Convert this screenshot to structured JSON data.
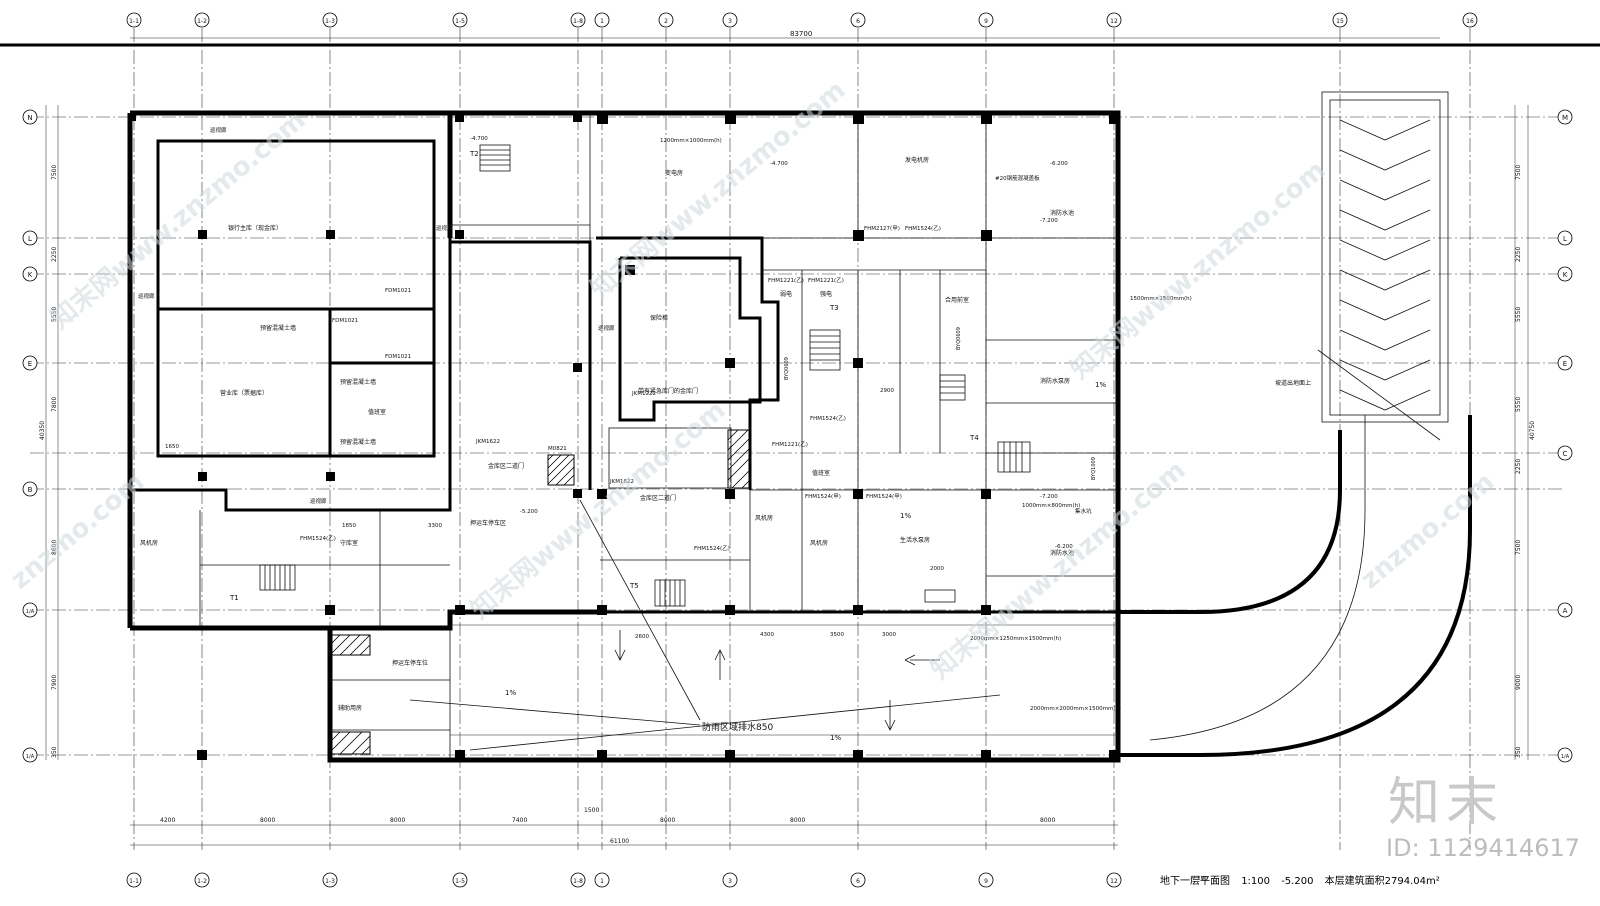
{
  "drawing_title": "地下一层平面图",
  "scale": "1:100",
  "level": "-5.200",
  "area_note": "本层建筑面积2794.04m²",
  "brand": "知末",
  "image_id": "ID: 1129414617",
  "watermark": "znzmo.com",
  "watermark_cn": "知末网www.znzmo.com",
  "overall_dims": {
    "top": "83700",
    "bottom": "61100",
    "left": "40350",
    "right": "40750"
  },
  "axes_top": [
    "1-1",
    "1-2",
    "1-3",
    "1-5",
    "1-8",
    "1",
    "2",
    "3",
    "6",
    "9",
    "12",
    "15",
    "16"
  ],
  "axes_left": [
    "N",
    "L",
    "K",
    "E",
    "B",
    "1/A",
    "1/A"
  ],
  "axes_right": [
    "M",
    "L",
    "K",
    "E",
    "C",
    "A",
    "1/A"
  ],
  "bottom_dims": [
    "4200",
    "8000",
    "8000",
    "7400",
    "1500",
    "8000",
    "8000",
    "8000"
  ],
  "left_dims": [
    "7500",
    "2250",
    "5550",
    "7800",
    "8600",
    "7900",
    "350"
  ],
  "right_dims": [
    "7500",
    "2250",
    "5550",
    "5550",
    "2250",
    "7500",
    "9000",
    "350"
  ],
  "rooms": {
    "vault_main": "银行主库（现金库）",
    "vault_business": "营业库（票据库）",
    "vault_duty": "值班室",
    "safe_box": "保险柜",
    "precast_wall_1": "预留混凝土墙",
    "precast_wall_2": "预留混凝土墙",
    "precast_wall_3": "预留混凝土墙",
    "patrol_1": "巡视廊",
    "patrol_2": "巡视廊",
    "patrol_3": "巡视廊",
    "patrol_4": "巡视廊",
    "patrol_5": "巡视廊",
    "armored_car": "押运车停车区",
    "guard": "守库室",
    "fan_room_1": "风机房",
    "fan_room_2": "风机房",
    "fan_room_3": "风机房",
    "power_room": "变电房",
    "generator": "发电机房",
    "storage": "金库区二道门",
    "storage2": "金库区二道门",
    "water_pump": "生活水泵房",
    "fire_pool": "消防水池",
    "fire_pool2": "消防水池",
    "fire_pump": "消防水泵房",
    "duty_room": "值班室",
    "weak_elec": "弱电",
    "strong_elec": "强电",
    "emergency_door": "带有紧急库门的金库门",
    "parking": "押运车停车位",
    "aux_room": "辅助用房",
    "lift_hall": "合用前室",
    "stair_T1": "T1",
    "stair_T2": "T2",
    "stair_T3": "T3",
    "stair_T4": "T4",
    "stair_T5": "T5",
    "ramp_note": "防雨区域排水850",
    "ramp_label": "坡道出地面上",
    "seg_note": "1%"
  },
  "doors": [
    "FDM1021",
    "FDM1021",
    "FDM1021",
    "JKM1622",
    "JKM1622",
    "M0821",
    "FHM1524(乙)",
    "FHM1524(甲)",
    "FHM1221(乙)",
    "FHM1221(乙)",
    "FHM1221(乙)",
    "FHM1524(乙)",
    "FHM1524(甲)",
    "FHM2127(甲)",
    "FHM1524(乙)",
    "JKM1222",
    "FHM1524(乙)",
    "BYQ0609",
    "BYQ0609",
    "BYQ1009"
  ],
  "levels": [
    "-5.200",
    "-4.700",
    "-4.700",
    "-6.200",
    "-7.200",
    "-6.200",
    "-7.200",
    "-7.200"
  ],
  "notes": [
    "1200mm×1000mm(h)",
    "1500mm×1500mm(h)",
    "2000mm×1250mm×1500mm(h)",
    "2000mm×2000mm×1500mm(h)",
    "1000mm×800mm(h)",
    "#20钢筋混凝盖板",
    "集水坑",
    "2900",
    "2600",
    "4300",
    "3500",
    "3000",
    "2000",
    "1650",
    "1850",
    "3300"
  ]
}
